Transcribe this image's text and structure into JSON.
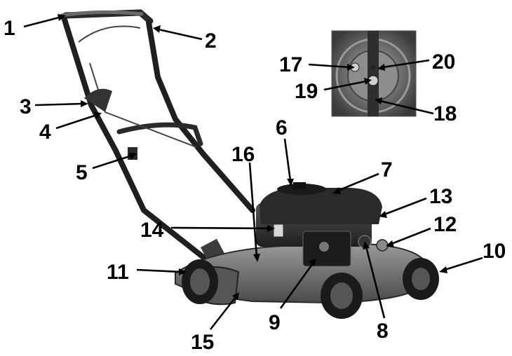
{
  "figure": {
    "main_image": "lawn mower with handlebar, engine and deck",
    "inset_image": "underside close-up of blade mounting"
  },
  "callouts": [
    {
      "id": "1",
      "label": "1"
    },
    {
      "id": "2",
      "label": "2"
    },
    {
      "id": "3",
      "label": "3"
    },
    {
      "id": "4",
      "label": "4"
    },
    {
      "id": "5",
      "label": "5"
    },
    {
      "id": "6",
      "label": "6"
    },
    {
      "id": "7",
      "label": "7"
    },
    {
      "id": "8",
      "label": "8"
    },
    {
      "id": "9",
      "label": "9"
    },
    {
      "id": "10",
      "label": "10"
    },
    {
      "id": "11",
      "label": "11"
    },
    {
      "id": "12",
      "label": "12"
    },
    {
      "id": "13",
      "label": "13"
    },
    {
      "id": "14",
      "label": "14"
    },
    {
      "id": "15",
      "label": "15"
    },
    {
      "id": "16",
      "label": "16"
    },
    {
      "id": "17",
      "label": "17"
    },
    {
      "id": "18",
      "label": "18"
    },
    {
      "id": "19",
      "label": "19"
    },
    {
      "id": "20",
      "label": "20"
    }
  ]
}
